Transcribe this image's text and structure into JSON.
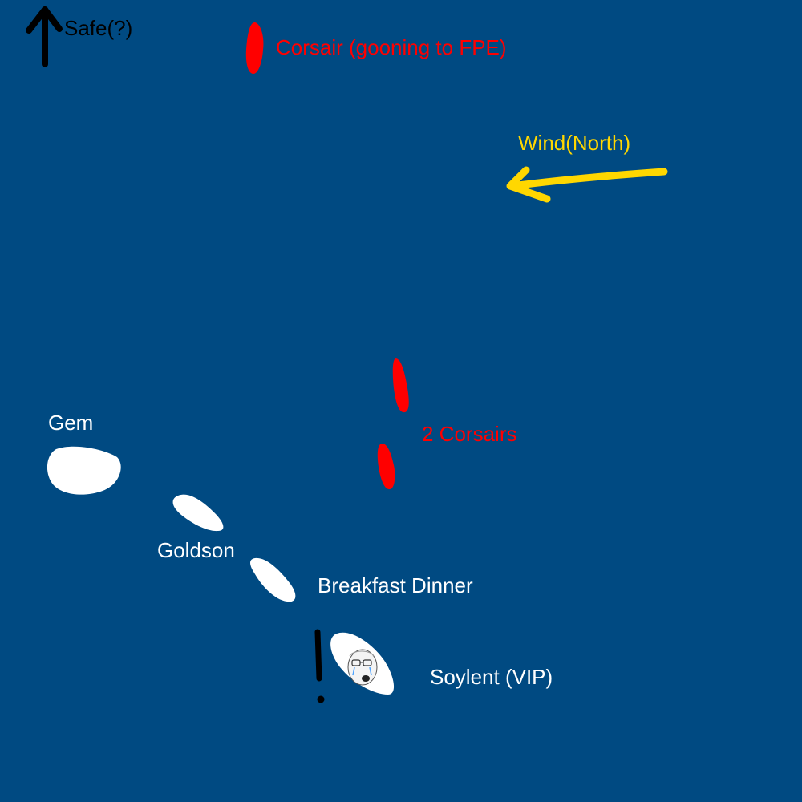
{
  "colors": {
    "sea": "#004a82",
    "ally": "#ffffff",
    "enemy": "#ff0000",
    "wind": "#ffd700",
    "marker": "#000000"
  },
  "labels": {
    "safe": "Safe(?)",
    "corsair_north": "Corsair (gooning to FPE)",
    "wind": "Wind(North)",
    "two_corsairs": "2 Corsairs",
    "gem": "Gem",
    "goldson": "Goldson",
    "breakfast_dinner": "Breakfast Dinner",
    "soylent": "Soylent (VIP)"
  },
  "icons": {
    "safe_arrow": "arrow-up-icon",
    "wind_arrow": "arrow-left-icon",
    "alert": "exclamation-icon",
    "crying_face": "crying-wojak-face-icon"
  }
}
